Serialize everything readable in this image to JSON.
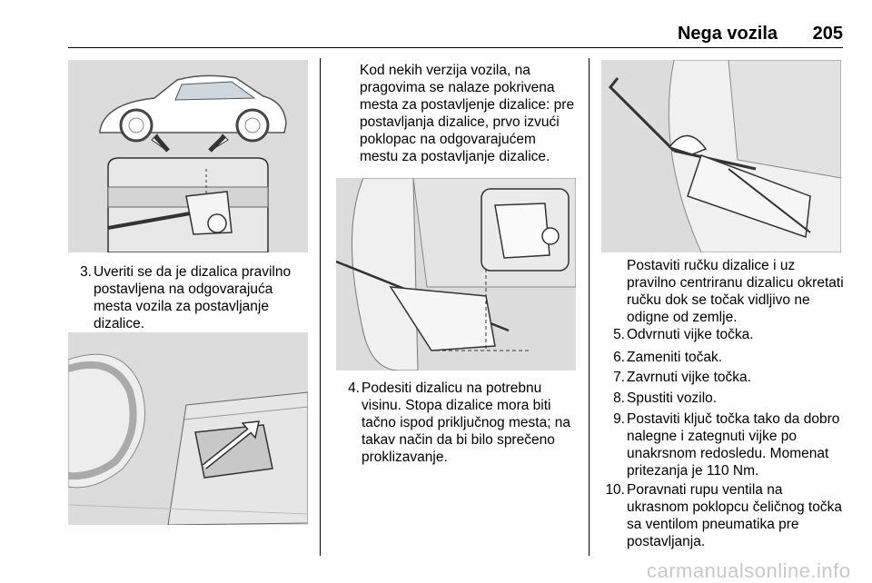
{
  "header": {
    "section": "Nega vozila",
    "page_number": "205"
  },
  "col1": {
    "step3": {
      "num": "3.",
      "text": "Uveriti se da je dizalica pravilno postavljena na odgovarajuća mesta vozila za postavljanje dizalice."
    }
  },
  "col2": {
    "intro": "Kod nekih verzija vozila, na pragovima se nalaze pokrivena mesta za postavljenje dizalice: pre postavljanja dizalice, prvo izvući poklopac na odgovarajućem mestu za postavljanje dizalice.",
    "step4": {
      "num": "4.",
      "text": "Podesiti dizalicu na potrebnu visinu. Stopa dizalice mora biti tačno ispod priključnog mesta; na takav način da bi bilo sprečeno proklizavanje."
    }
  },
  "col3": {
    "intro": "Postaviti ručku dizalice i uz pravilno centriranu dizalicu okretati ručku dok se točak vidljivo ne odigne od zemlje.",
    "steps": [
      {
        "num": "5.",
        "text": "Odvrnuti vijke točka."
      },
      {
        "num": "6.",
        "text": "Zameniti točak."
      },
      {
        "num": "7.",
        "text": "Zavrnuti vijke točka."
      },
      {
        "num": "8.",
        "text": "Spustiti vozilo."
      },
      {
        "num": "9.",
        "text": "Postaviti ključ točka tako da dobro nalegne i zategnuti vijke po unakrsnom redosledu. Momenat pritezanja je 110 Nm."
      },
      {
        "num": "10.",
        "text": "Poravnati rupu ventila na ukrasnom poklopcu čeličnog točka sa ventilom pneumatika pre postavljanja."
      }
    ]
  },
  "footer": {
    "watermark": "carmanualsonline.info"
  },
  "colors": {
    "illustration_bg": "#dcdcdc",
    "watermark": "#c8c8c8"
  }
}
